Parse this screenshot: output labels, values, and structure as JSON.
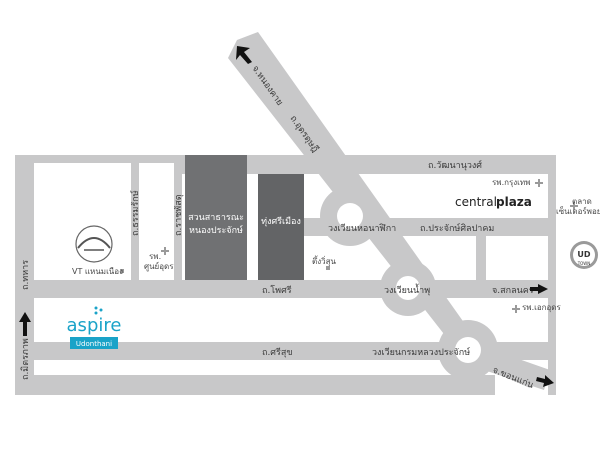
{
  "roads": {
    "wattananuwong": "ถ.วัฒนานุวงศ์",
    "nong_khai": "จ.หนองคาย",
    "udon_dutsadi": "ถ.อุดรดุษฎี",
    "prachak_sinlapakhom": "ถ.ประจักษ์ศิลปาคม",
    "pho_si": "ถ.โพศรี",
    "sakon_nakhon": "จ.สกลนคร",
    "si_suk": "ถ.ศรีสุข",
    "khon_kaen": "จ.ขอนแก่น",
    "thahan": "ถ.ทหาร",
    "thammarakkhit": "ถ.ธรรมรักษ์",
    "ratchaphadung": "ถ.ราชพัสดุ",
    "mittraphap": "ถ.มิตรภาพ",
    "udon_dusadee_left": "ถ.อุดรดุษฎี"
  },
  "roundabouts": {
    "nalika": "วงเวียนหอนาฬิกา",
    "nam_phu": "วงเวียนน้ำพุ",
    "prachak": "วงเวียนกรมหลวงประจักษ์"
  },
  "places": {
    "park_line1": "สวนสาธารณะ",
    "park_line2": "หนองประจักษ์",
    "thung_si_mueang": "ทุ่งศรีเมือง",
    "bangkok_hospital": "รพ.กรุงเทพ",
    "central_plaza_a": "central",
    "central_plaza_b": "plaza",
    "talat_line1": "ตลาด",
    "talat_line2": "เซ็นเตอร์พอยท์",
    "ud_town": "UD",
    "ud_town_sub": "TOWN",
    "hospital_srisuk": "รพ.",
    "hospital_srisuk2": "ศูนย์อุดร",
    "vt_naem_nueang": "VT แหนมเนือง",
    "tue_sun": "ตึ้งวิ่สุน",
    "aek_udon": "รพ.เอกอุดร",
    "aspire_brand": "aspire",
    "aspire_sub": "Udonthani"
  },
  "colors": {
    "road": "#c8c8c9",
    "park": "#707173",
    "park_dark": "#636466",
    "aspire": "#1aa3c8",
    "ud_badge": "#9a9a9a"
  },
  "icons": [
    "hospital-cross-icon",
    "arrow-icon",
    "vt-logo-icon",
    "aspire-logo-icon",
    "ud-town-badge-icon"
  ]
}
